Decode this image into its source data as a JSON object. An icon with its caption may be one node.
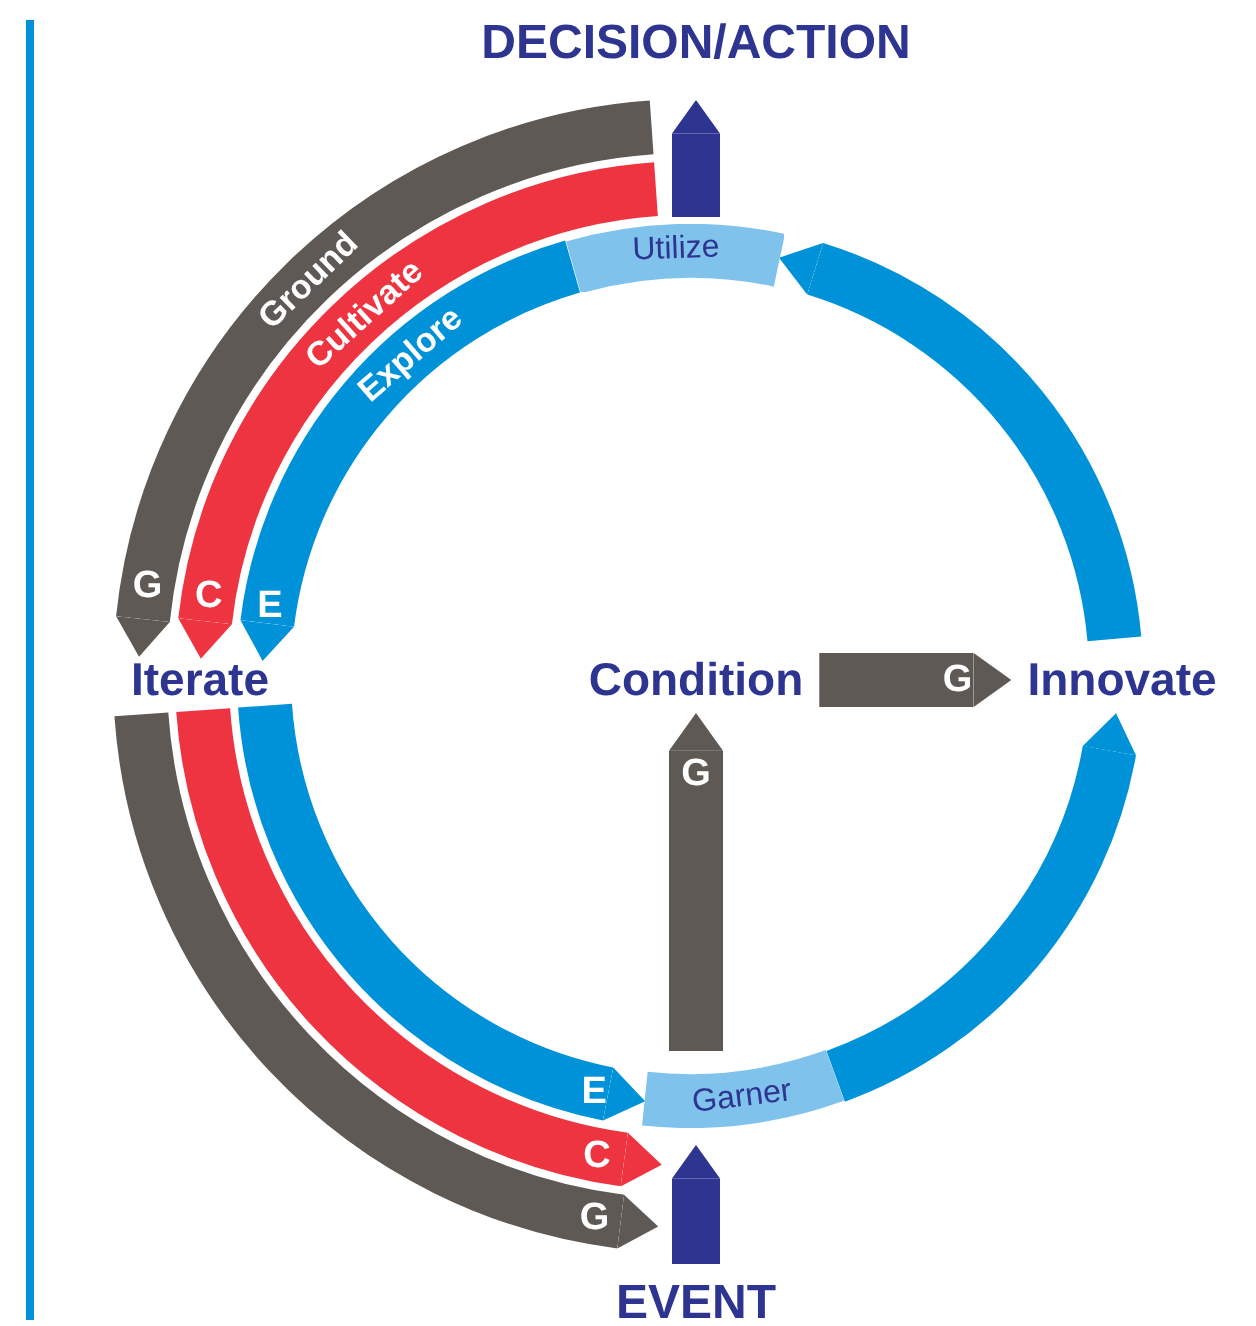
{
  "diagram": {
    "nodes": [
      {
        "text": [
          "DECISION/ACTION"
        ]
      },
      {
        "text": [
          "Iterate"
        ]
      },
      {
        "text": [
          "Condition"
        ]
      },
      {
        "text": [
          "Innovate"
        ]
      },
      {
        "text": [
          "EVENT"
        ]
      },
      {
        "text": [
          "Utilize"
        ]
      },
      {
        "text": [
          "Garner"
        ]
      }
    ],
    "edges": [
      {
        "from": null,
        "to": 1,
        "arrow": "to",
        "label": "Ground",
        "color": "#5f5955"
      },
      {
        "from": null,
        "to": 1,
        "arrow": "to",
        "label": "Cultivate",
        "color": "#ee3440"
      },
      {
        "from": 5,
        "to": 1,
        "arrow": "to",
        "label": "Explore",
        "color": "#0092d8"
      },
      {
        "from": 1,
        "to": 6,
        "arrow": "to",
        "label": "E",
        "color": "#0092d8"
      },
      {
        "from": 1,
        "to": 4,
        "arrow": "to",
        "label": "C",
        "color": "#ee3440"
      },
      {
        "from": 1,
        "to": 4,
        "arrow": "to",
        "label": "G",
        "color": "#5f5955"
      },
      {
        "from": 6,
        "to": 3,
        "arrow": "to",
        "color": "#0092d8"
      },
      {
        "from": 3,
        "to": 5,
        "arrow": "to",
        "color": "#0092d8"
      },
      {
        "from": 5,
        "to": 0,
        "arrow": "to",
        "color": "#2e3590"
      },
      {
        "from": 4,
        "to": 6,
        "arrow": "to",
        "color": "#2e3590"
      },
      {
        "from": 6,
        "to": 2,
        "arrow": "to",
        "label": "G",
        "color": "#5f5955"
      },
      {
        "from": 2,
        "to": 3,
        "arrow": "to",
        "label": "G",
        "color": "#5f5955"
      }
    ],
    "labels": [
      "G",
      "C",
      "E"
    ]
  }
}
